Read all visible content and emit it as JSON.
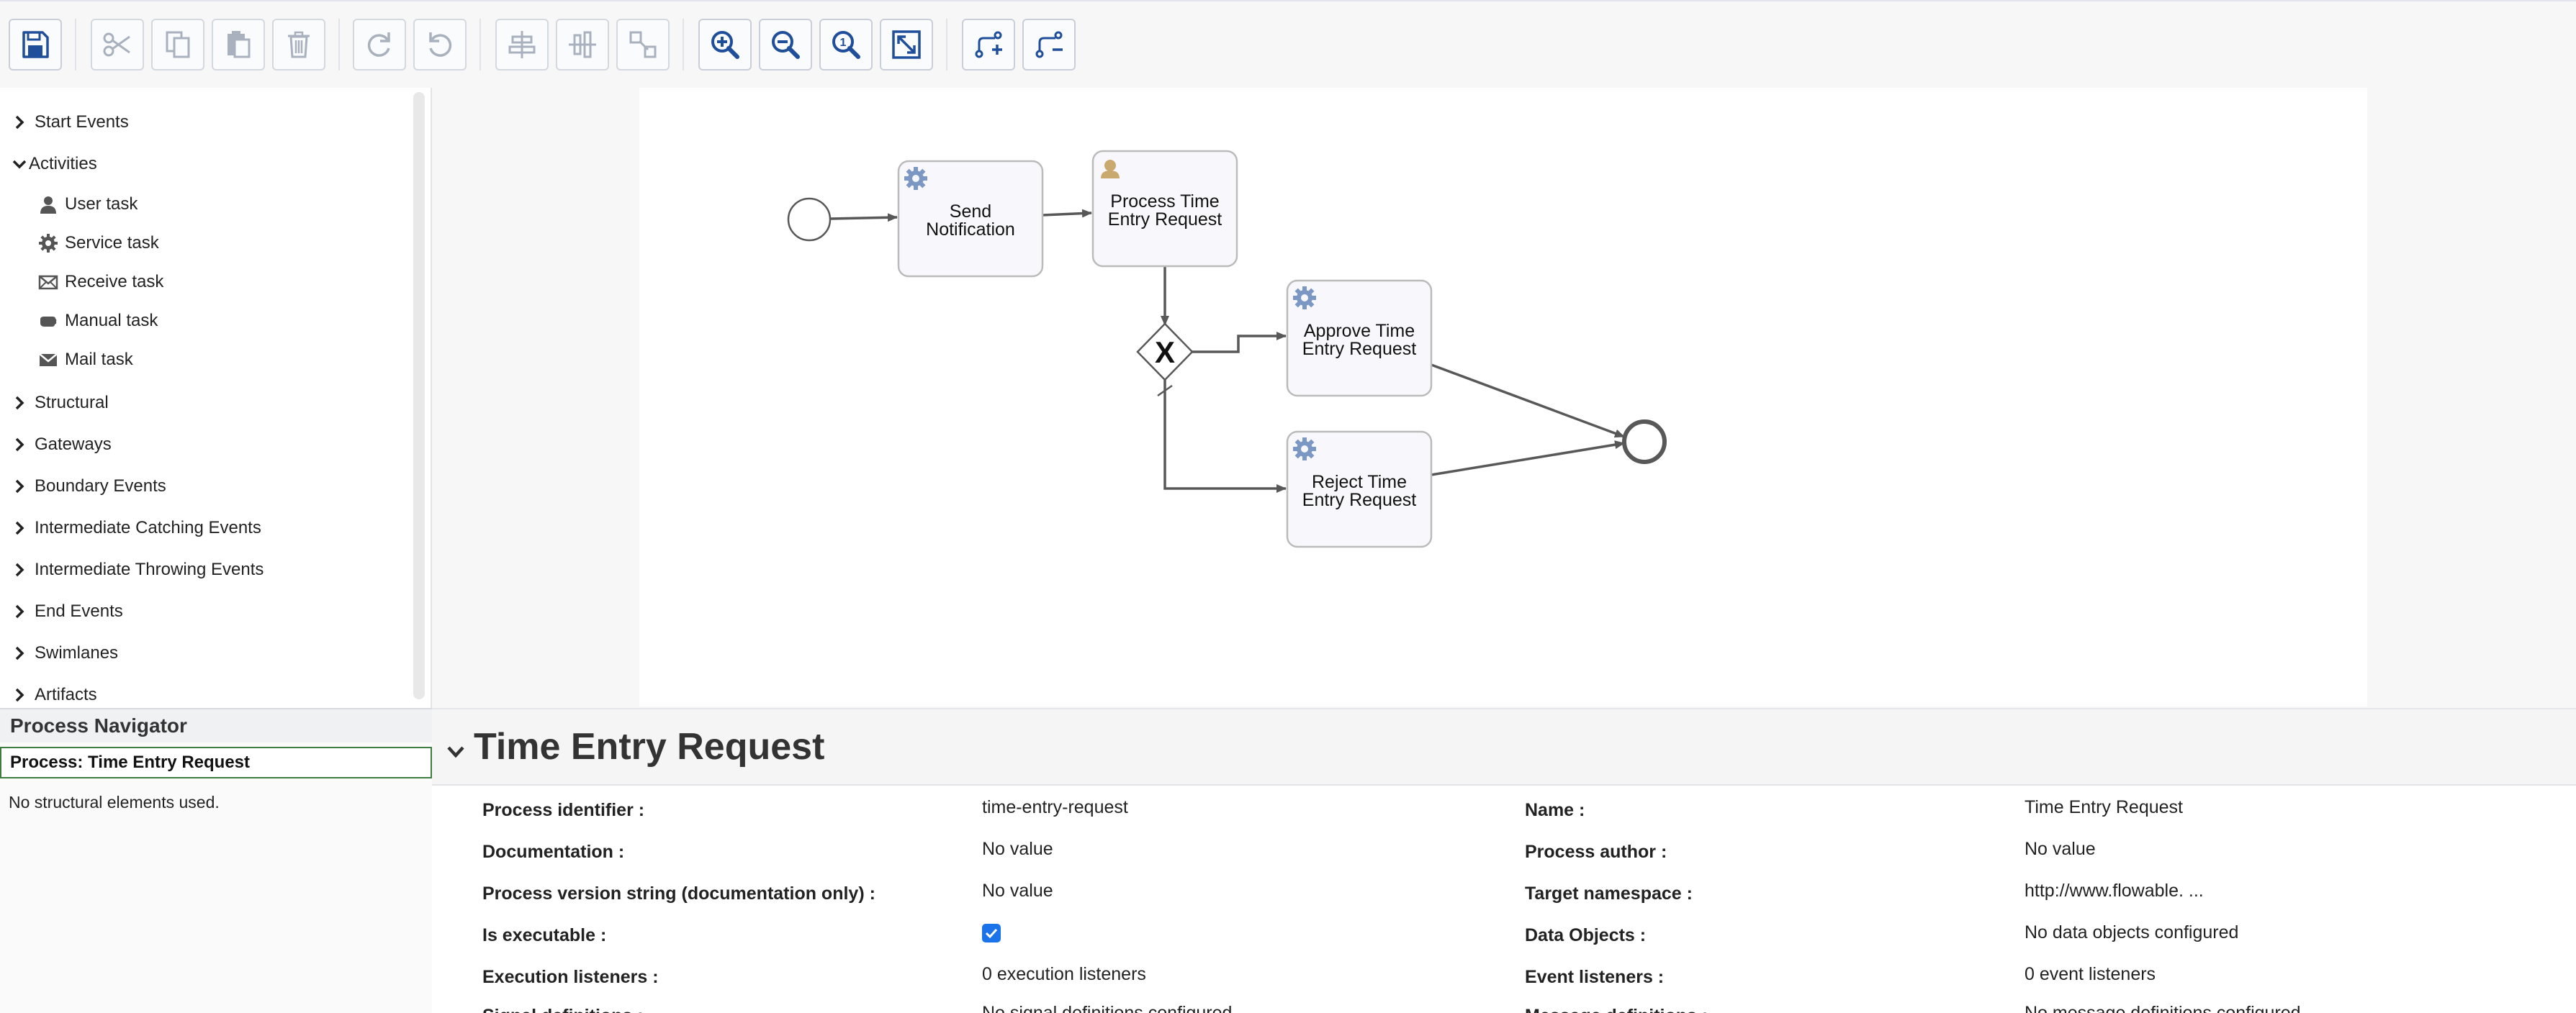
{
  "toolbar": {
    "buttons": [
      {
        "name": "save-button",
        "icon": "save-icon",
        "enabled": true
      },
      {
        "name": "cut-button",
        "icon": "scissors-icon",
        "enabled": false
      },
      {
        "name": "copy-button",
        "icon": "copy-icon",
        "enabled": false
      },
      {
        "name": "paste-button",
        "icon": "paste-icon",
        "enabled": false
      },
      {
        "name": "delete-button",
        "icon": "trash-icon",
        "enabled": false
      },
      {
        "name": "redo-button",
        "icon": "redo-icon",
        "enabled": false
      },
      {
        "name": "undo-button",
        "icon": "undo-icon",
        "enabled": false
      },
      {
        "name": "align-vertical-button",
        "icon": "align-vertical-icon",
        "enabled": false
      },
      {
        "name": "align-horizontal-button",
        "icon": "align-horizontal-icon",
        "enabled": false
      },
      {
        "name": "same-size-button",
        "icon": "same-size-icon",
        "enabled": false
      },
      {
        "name": "zoom-in-button",
        "icon": "zoom-in-icon",
        "enabled": true
      },
      {
        "name": "zoom-out-button",
        "icon": "zoom-out-icon",
        "enabled": true
      },
      {
        "name": "zoom-actual-button",
        "icon": "zoom-actual-icon",
        "enabled": true
      },
      {
        "name": "zoom-fit-button",
        "icon": "zoom-fit-icon",
        "enabled": true
      },
      {
        "name": "add-bendpoint-button",
        "icon": "add-bendpoint-icon",
        "enabled": true
      },
      {
        "name": "remove-bendpoint-button",
        "icon": "remove-bendpoint-icon",
        "enabled": true
      }
    ]
  },
  "palette": {
    "groups": [
      {
        "label": "Start Events",
        "expanded": false
      },
      {
        "label": "Activities",
        "expanded": true
      },
      {
        "label": "Structural",
        "expanded": false
      },
      {
        "label": "Gateways",
        "expanded": false
      },
      {
        "label": "Boundary Events",
        "expanded": false
      },
      {
        "label": "Intermediate Catching Events",
        "expanded": false
      },
      {
        "label": "Intermediate Throwing Events",
        "expanded": false
      },
      {
        "label": "End Events",
        "expanded": false
      },
      {
        "label": "Swimlanes",
        "expanded": false
      },
      {
        "label": "Artifacts",
        "expanded": false
      }
    ],
    "activities": [
      {
        "label": "User task",
        "icon": "user-icon"
      },
      {
        "label": "Service task",
        "icon": "gear-icon"
      },
      {
        "label": "Receive task",
        "icon": "envelope-outline-icon"
      },
      {
        "label": "Manual task",
        "icon": "hand-icon"
      },
      {
        "label": "Mail task",
        "icon": "envelope-icon"
      }
    ]
  },
  "navigator": {
    "title": "Process Navigator",
    "process_label": "Process: Time Entry Request",
    "empty_text": "No structural elements used."
  },
  "diagram": {
    "tasks": {
      "send": [
        "Send",
        "Notification"
      ],
      "process": [
        "Process Time",
        "Entry Request"
      ],
      "approve": [
        "Approve Time",
        "Entry Request"
      ],
      "reject": [
        "Reject Time",
        "Entry Request"
      ]
    },
    "gateway_symbol": "X"
  },
  "properties": {
    "title": "Time Entry Request",
    "fields": [
      {
        "label": "Process identifier :",
        "value": "time-entry-request"
      },
      {
        "label": "Name :",
        "value": "Time Entry Request"
      },
      {
        "label": "Documentation :",
        "value": "No value"
      },
      {
        "label": "Process author :",
        "value": "No value"
      },
      {
        "label": "Process version string (documentation only) :",
        "value": "No value"
      },
      {
        "label": "Target namespace :",
        "value": "http://www.flowable. ..."
      },
      {
        "label": "Is executable :",
        "value": ""
      },
      {
        "label": "Data Objects :",
        "value": "No data objects configured"
      },
      {
        "label": "Execution listeners :",
        "value": "0 execution listeners"
      },
      {
        "label": "Event listeners :",
        "value": "0 event listeners"
      },
      {
        "label": "Signal definitions :",
        "value": "No signal definitions configured"
      },
      {
        "label": "Message definitions :",
        "value": "No message definitions configured"
      }
    ],
    "is_executable": true
  },
  "colors": {
    "toolbar_icon": "#1f4e9a",
    "toolbar_icon_disabled": "#a9b1bf",
    "task_fill": "#f8f8fc",
    "task_border": "#bbbbbb",
    "flow": "#585858",
    "gear": "#7b97c4",
    "user": "#c9a96e",
    "checkbox": "#1a73e8",
    "navigator_border": "#3d7d3d"
  }
}
